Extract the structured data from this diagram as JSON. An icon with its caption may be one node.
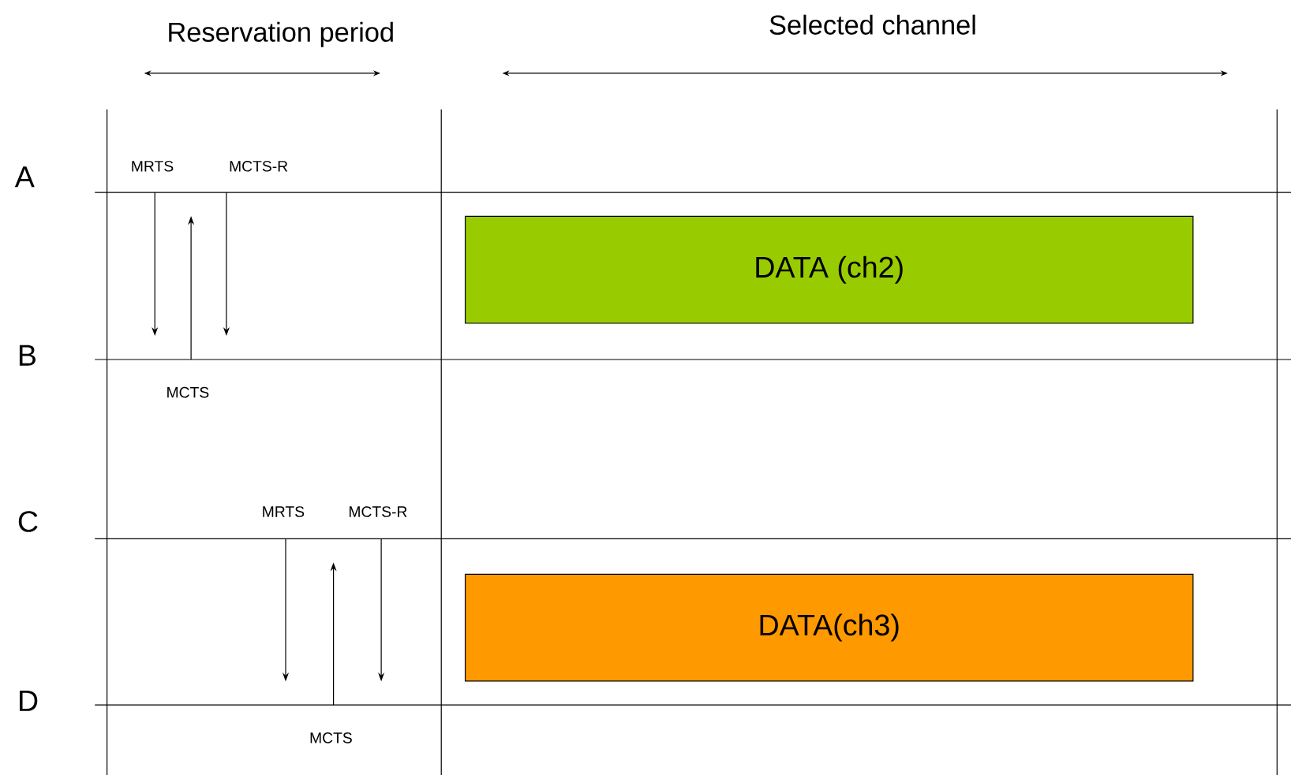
{
  "diagram": {
    "nodes": [
      {
        "text": [
          "A"
        ]
      },
      {
        "text": [
          "B"
        ]
      },
      {
        "text": [
          "C"
        ]
      },
      {
        "text": [
          "D"
        ]
      },
      {
        "text": [
          "DATA (ch2)"
        ]
      },
      {
        "text": [
          "DATA(ch3)"
        ]
      }
    ],
    "edges": [
      {
        "from": 0,
        "to": 1,
        "arrow": "to",
        "label": "MRTS"
      },
      {
        "from": 1,
        "to": 0,
        "arrow": "to",
        "label": "MCTS"
      },
      {
        "from": 0,
        "to": 1,
        "arrow": "to",
        "label": "MCTS-R"
      },
      {
        "from": 2,
        "to": 3,
        "arrow": "to",
        "label": "MRTS"
      },
      {
        "from": 3,
        "to": 2,
        "arrow": "to",
        "label": "MCTS"
      },
      {
        "from": 2,
        "to": 3,
        "arrow": "to",
        "label": "MCTS-R"
      }
    ],
    "labels": [
      "Reservation period",
      "Selected channel"
    ]
  }
}
